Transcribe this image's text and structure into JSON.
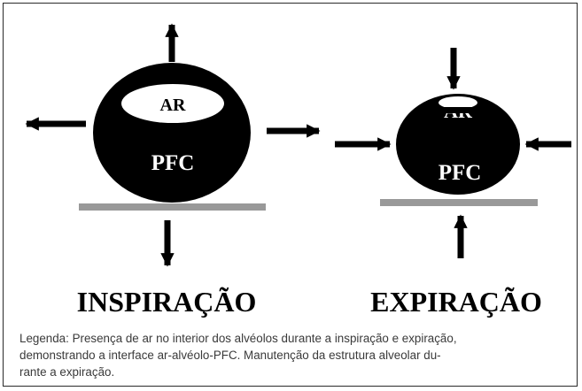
{
  "inspiracao": {
    "ar_label": "AR",
    "pfc_label": "PFC",
    "title": "INSPIRAÇÃO"
  },
  "expiracao": {
    "ar_label": "AR",
    "pfc_label": "PFC",
    "title": "EXPIRAÇÃO"
  },
  "legend": {
    "lines": [
      "Legenda: Presença de ar no interior dos alvéolos durante a inspiração e expiração,",
      "demonstrando a interface ar-alvéolo-PFC. Manutenção da estrutura alveolar du-",
      "rante a expiração."
    ]
  },
  "colors": {
    "alveolus": "#000000",
    "air": "#ffffff",
    "base_bar": "#999999",
    "caption_text": "#3a3a3a"
  }
}
